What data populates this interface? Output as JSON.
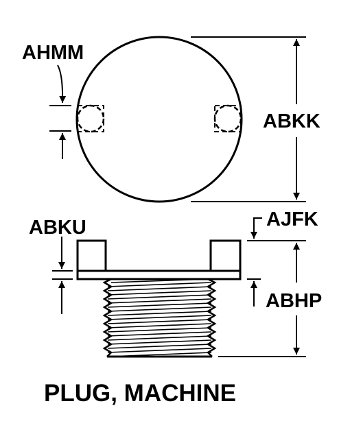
{
  "diagram": {
    "title": "PLUG, MACHINE",
    "labels": {
      "ahmm": "AHMM",
      "abkk": "ABKK",
      "abku": "ABKU",
      "ajfk": "AJFK",
      "abhp": "ABHP"
    }
  }
}
